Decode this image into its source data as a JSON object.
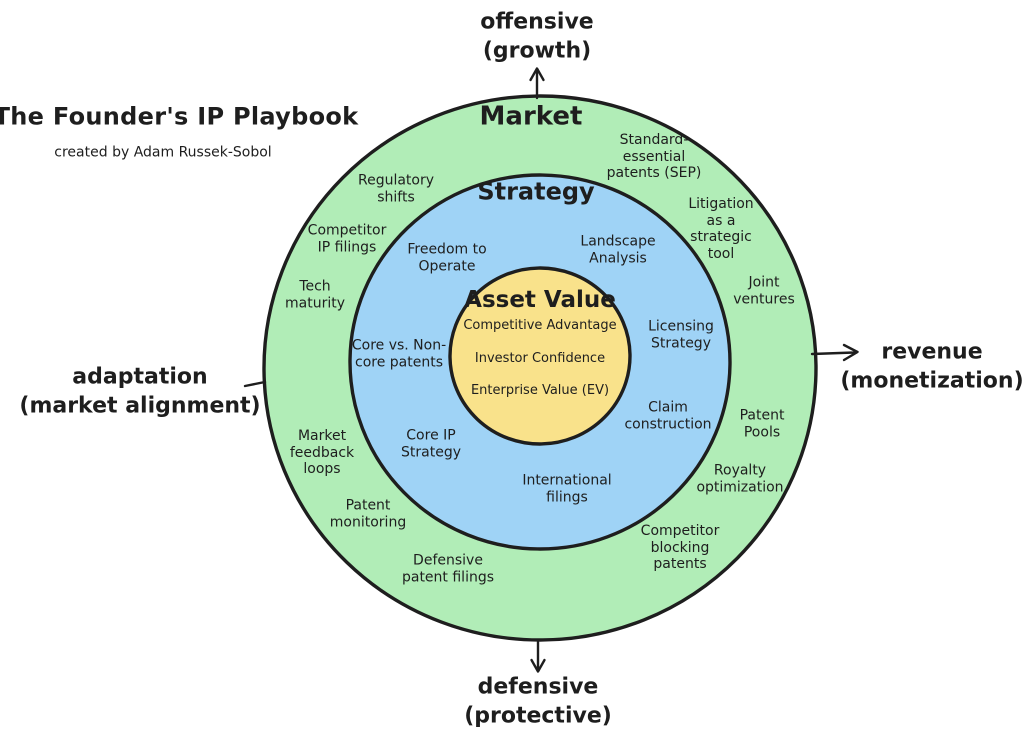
{
  "title": "The Founder's IP Playbook",
  "subtitle": "created by Adam Russek-Sobol",
  "axes": {
    "top": "offensive\n(growth)",
    "right": "revenue\n(monetization)",
    "bottom": "defensive\n(protective)",
    "left": "adaptation\n(market alignment)"
  },
  "rings": {
    "outer": {
      "name": "Market",
      "items": [
        "Regulatory\nshifts",
        "Standard-\nessential\npatents (SEP)",
        "Competitor\nIP filings",
        "Litigation\nas a\nstrategic\ntool",
        "Tech\nmaturity",
        "Joint\nventures",
        "Market\nfeedback\nloops",
        "Patent\nPools",
        "Patent\nmonitoring",
        "Royalty\noptimization",
        "Defensive\npatent filings",
        "Competitor\nblocking\npatents"
      ]
    },
    "middle": {
      "name": "Strategy",
      "items": [
        "Freedom to\nOperate",
        "Landscape\nAnalysis",
        "Core vs. Non-\ncore patents",
        "Licensing\nStrategy",
        "Core IP\nStrategy",
        "Claim\nconstruction",
        "International\nfilings"
      ]
    },
    "inner": {
      "name": "Asset Value",
      "items": [
        "Competitive Advantage",
        "Investor Confidence",
        "Enterprise Value (EV)"
      ]
    }
  },
  "colors": {
    "market_green": "#b1edb7",
    "strategy_blue": "#9fd3f6",
    "asset_yellow": "#f9e28b",
    "outline": "#1e1e1e"
  }
}
